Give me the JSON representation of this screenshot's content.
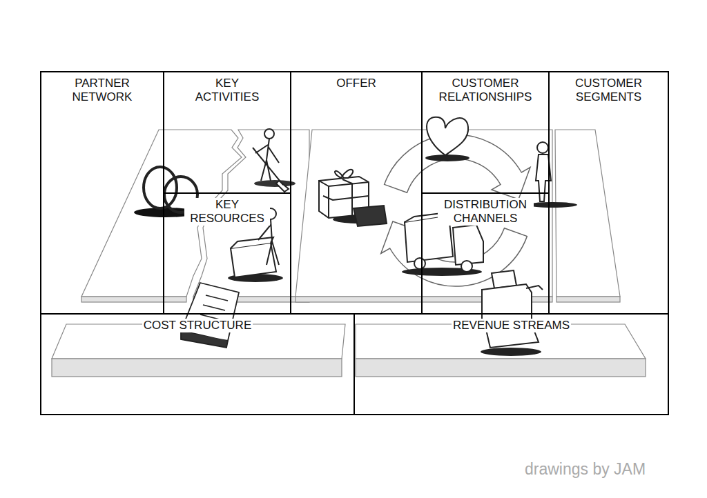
{
  "diagram": {
    "nodes": [
      {
        "text": [
          "PARTNER NETWORK"
        ]
      },
      {
        "text": [
          "KEY ACTIVITIES"
        ]
      },
      {
        "text": [
          "KEY RESOURCES"
        ]
      },
      {
        "text": [
          "OFFER"
        ]
      },
      {
        "text": [
          "CUSTOMER RELATIONSHIPS"
        ]
      },
      {
        "text": [
          "DISTRIBUTION CHANNELS"
        ]
      },
      {
        "text": [
          "CUSTOMER SEGMENTS"
        ]
      },
      {
        "text": [
          "COST STRUCTURE"
        ]
      },
      {
        "text": [
          "REVENUE STREAMS"
        ]
      }
    ],
    "labels": [
      "drawings by JAM"
    ]
  }
}
